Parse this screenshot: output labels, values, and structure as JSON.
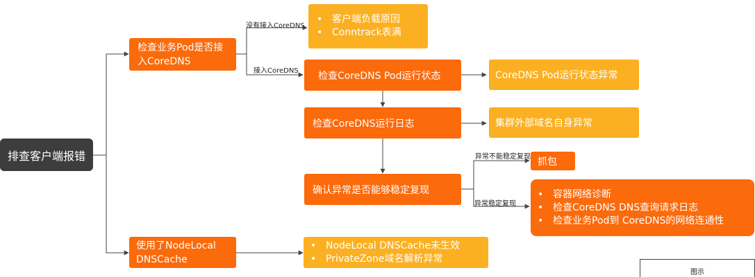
{
  "root": "排查客户端报错",
  "check_pod": {
    "title": "检查业务Pod是否接入CoreDNS"
  },
  "nodelocal": {
    "title": "使用了NodeLocal DNSCache"
  },
  "branch_labels": {
    "not_connected": "没有接入CoreDNS",
    "connected": "接入CoreDNS",
    "unstable": "异常不能稳定复现",
    "stable": "异常稳定复现"
  },
  "client_causes": [
    "客户端负载原因",
    "Conntrack表满"
  ],
  "coredns_status": "检查CoreDNS Pod运行状态",
  "coredns_status_result": "CoreDNS Pod运行状态异常",
  "coredns_log": "检查CoreDNS运行日志",
  "coredns_log_result": "集群外部域名自身异常",
  "reproduce": "确认异常是否能够稳定复现",
  "capture": "抓包",
  "stable_actions": [
    "容器网络诊断",
    "检查CoreDNS DNS查询请求日志",
    "检查业务Pod到 CoreDNS的网络连通性"
  ],
  "nodelocal_causes": [
    "NodeLocal DNSCache未生效",
    "PrivateZone域名解析异常"
  ],
  "legend": "图示",
  "colors": {
    "dark": "#3d3d3d",
    "orange": "#fb6a0b",
    "yellow": "#fbb022",
    "line": "#444444"
  }
}
